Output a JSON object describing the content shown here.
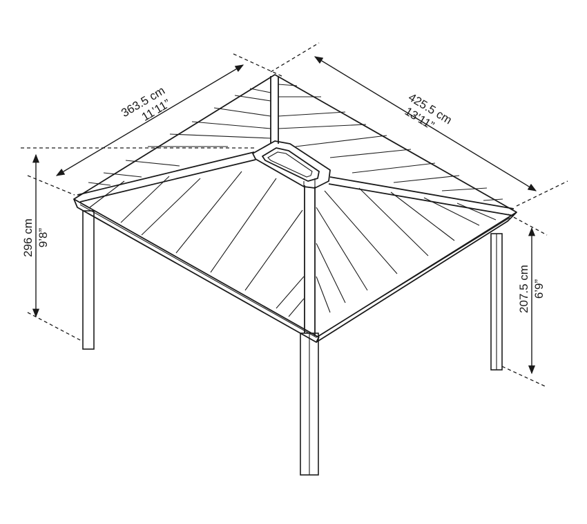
{
  "dimensions": {
    "width_left": {
      "metric": "363.5 cm",
      "imperial": "11’11”"
    },
    "width_right": {
      "metric": "425.5 cm",
      "imperial": "13’11”"
    },
    "total_height": {
      "metric": "296 cm",
      "imperial": "9’8”"
    },
    "eave_height": {
      "metric": "207.5 cm",
      "imperial": "6’9”"
    }
  }
}
